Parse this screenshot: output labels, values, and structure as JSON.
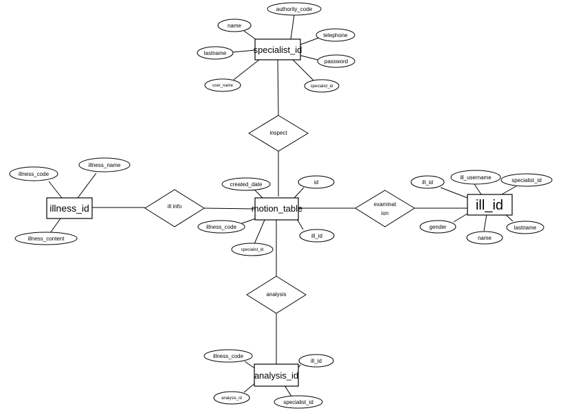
{
  "entities": {
    "specialist": "specialist_id",
    "illness": "illness_id",
    "motion": "motion_table",
    "ill": "ill_id",
    "analysis": "analysis_id"
  },
  "relationships": {
    "inspect": "inspect",
    "ill_info": "ill info",
    "examination_line1": "examinat",
    "examination_line2": "ion",
    "analysis": "analysis"
  },
  "attributes": {
    "specialist": {
      "authority_code": "authority_code",
      "name": "name",
      "telephone": "telephone",
      "lastname": "lastname",
      "password": "password",
      "user_name": "user_name",
      "specialist_id": "specialist_id"
    },
    "illness": {
      "illness_code": "illness_code",
      "illness_name": "illness_name",
      "illness_content": "illness_content"
    },
    "motion": {
      "created_date": "created_date",
      "id": "id",
      "illness_code": "illness_code",
      "ill_id": "ill_id",
      "specialist_id": "specialist_id"
    },
    "ill": {
      "ill_id": "ill_id",
      "ill_username": "ill_username",
      "specialist_id": "specialist_id",
      "gender": "gender",
      "lastname": "lastname",
      "name": "name"
    },
    "analysis": {
      "illness_code": "illness_code",
      "ill_id": "ill_id",
      "analysis_id": "analysis_id",
      "specialist_id": "specialist_id"
    }
  }
}
